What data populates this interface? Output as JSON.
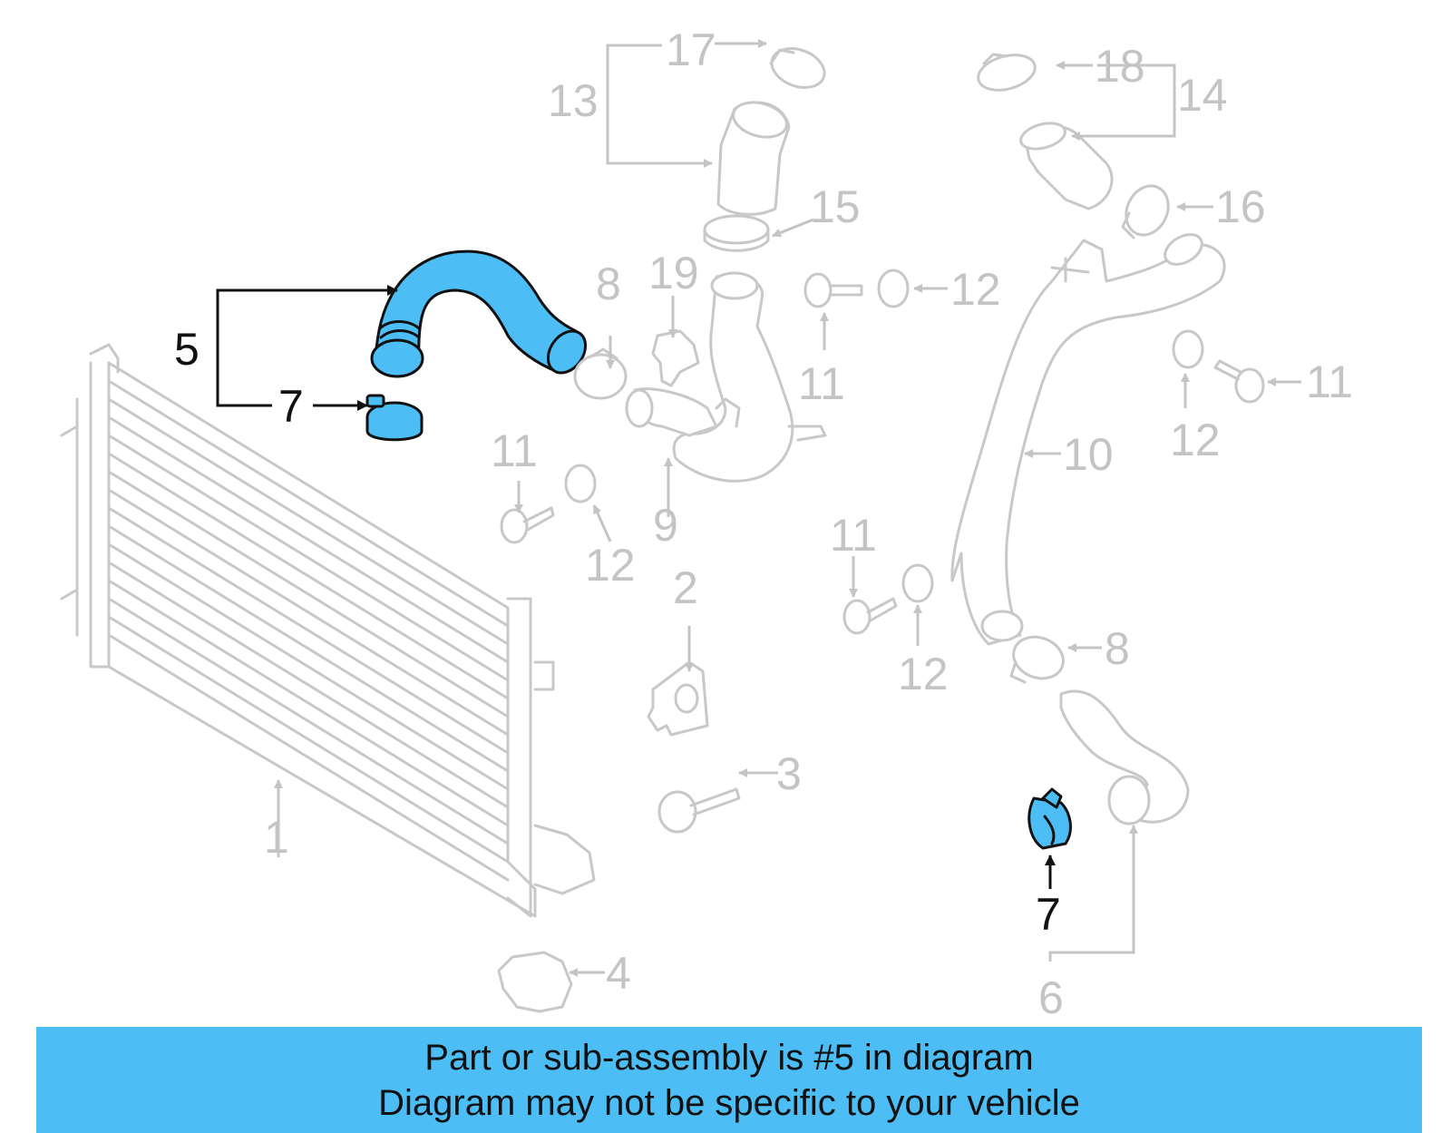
{
  "diagram": {
    "highlight_color": "#4dbdf5",
    "callouts": [
      {
        "id": "c1",
        "label": "1",
        "active": false
      },
      {
        "id": "c2",
        "label": "2",
        "active": false
      },
      {
        "id": "c3",
        "label": "3",
        "active": false
      },
      {
        "id": "c4",
        "label": "4",
        "active": false
      },
      {
        "id": "c5",
        "label": "5",
        "active": true
      },
      {
        "id": "c6",
        "label": "6",
        "active": false
      },
      {
        "id": "c7a",
        "label": "7",
        "active": true
      },
      {
        "id": "c7b",
        "label": "7",
        "active": true
      },
      {
        "id": "c8a",
        "label": "8",
        "active": false
      },
      {
        "id": "c8b",
        "label": "8",
        "active": false
      },
      {
        "id": "c9",
        "label": "9",
        "active": false
      },
      {
        "id": "c10",
        "label": "10",
        "active": false
      },
      {
        "id": "c11a",
        "label": "11",
        "active": false
      },
      {
        "id": "c11b",
        "label": "11",
        "active": false
      },
      {
        "id": "c11c",
        "label": "11",
        "active": false
      },
      {
        "id": "c11d",
        "label": "11",
        "active": false
      },
      {
        "id": "c12a",
        "label": "12",
        "active": false
      },
      {
        "id": "c12b",
        "label": "12",
        "active": false
      },
      {
        "id": "c12c",
        "label": "12",
        "active": false
      },
      {
        "id": "c12d",
        "label": "12",
        "active": false
      },
      {
        "id": "c13",
        "label": "13",
        "active": false
      },
      {
        "id": "c14",
        "label": "14",
        "active": false
      },
      {
        "id": "c15",
        "label": "15",
        "active": false
      },
      {
        "id": "c16",
        "label": "16",
        "active": false
      },
      {
        "id": "c17",
        "label": "17",
        "active": false
      },
      {
        "id": "c18",
        "label": "18",
        "active": false
      },
      {
        "id": "c19",
        "label": "19",
        "active": false
      }
    ]
  },
  "banner": {
    "line1": "Part or sub-assembly is #5 in diagram",
    "line2": "Diagram may not be specific to your vehicle"
  }
}
